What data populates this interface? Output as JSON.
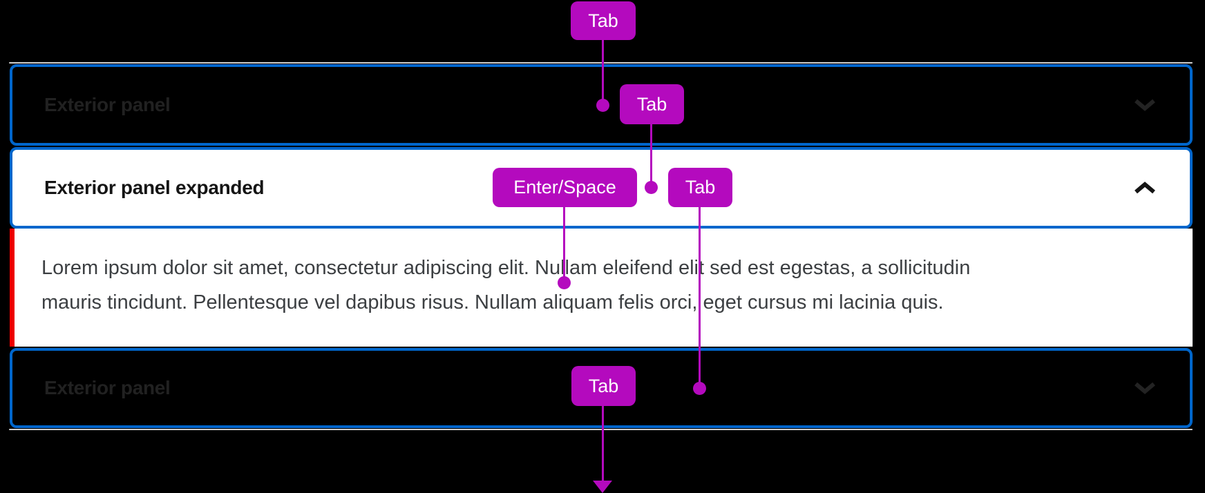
{
  "accordion": {
    "panels": [
      {
        "title": "Exterior panel",
        "state": "collapsed",
        "chevron_icon": "chevron-down"
      },
      {
        "title": "Exterior panel expanded",
        "state": "expanded",
        "chevron_icon": "chevron-up",
        "content_lines": [
          "Lorem ipsum dolor sit amet, consectetur adipiscing elit. Nullam eleifend elit sed est egestas, a sollicitudin",
          "mauris tincidunt. Pellentesque vel dapibus risus. Nullam aliquam felis orci, eget cursus mi lacinia quis."
        ]
      },
      {
        "title": "Exterior panel",
        "state": "collapsed",
        "chevron_icon": "chevron-down"
      }
    ]
  },
  "keys": {
    "tab_top": {
      "label": "Tab"
    },
    "tab_to_expanded": {
      "label": "Tab"
    },
    "enter_space": {
      "label": "Enter/Space"
    },
    "tab_to_next": {
      "label": "Tab"
    },
    "tab_exit": {
      "label": "Tab"
    }
  },
  "colors": {
    "background": "#000000",
    "focus_ring_blue": "#0066cc",
    "key_badge_magenta": "#b40abe",
    "expanded_content_border_red": "#ee0000",
    "panel_surface_dark": "#000000",
    "panel_surface_light": "#ffffff",
    "collapsed_title_text": "#212121",
    "expanded_title_text": "#151515",
    "body_text": "#3c3f42",
    "badge_text": "#ffffff",
    "outer_hairline": "#cfcfcf"
  }
}
